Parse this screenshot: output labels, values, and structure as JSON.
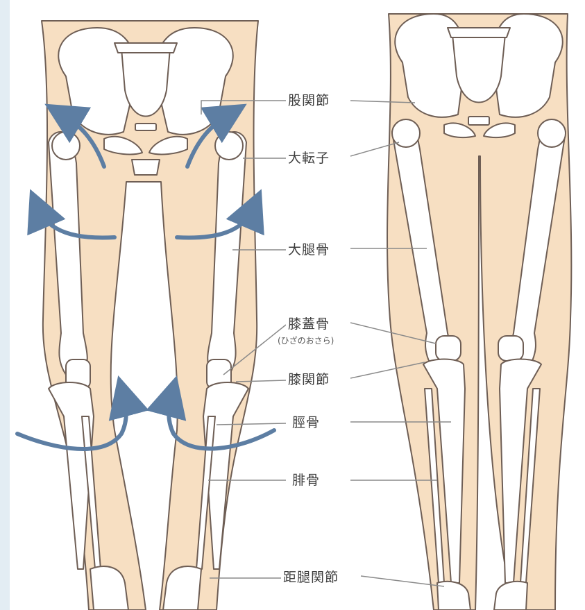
{
  "labels": {
    "hip_joint": "股関節",
    "greater_trochanter": "大転子",
    "femur": "大腿骨",
    "patella": "膝蓋骨",
    "patella_note": "(ひざのおさら)",
    "knee_joint": "膝関節",
    "tibia": "脛骨",
    "fibula": "腓骨",
    "ankle_joint": "距腿関節"
  },
  "colors": {
    "skin": "#f7dfc2",
    "outline": "#6e5e55",
    "bone": "#ffffff",
    "arrow": "#5d7ea3",
    "leader": "#8a8a8a"
  }
}
